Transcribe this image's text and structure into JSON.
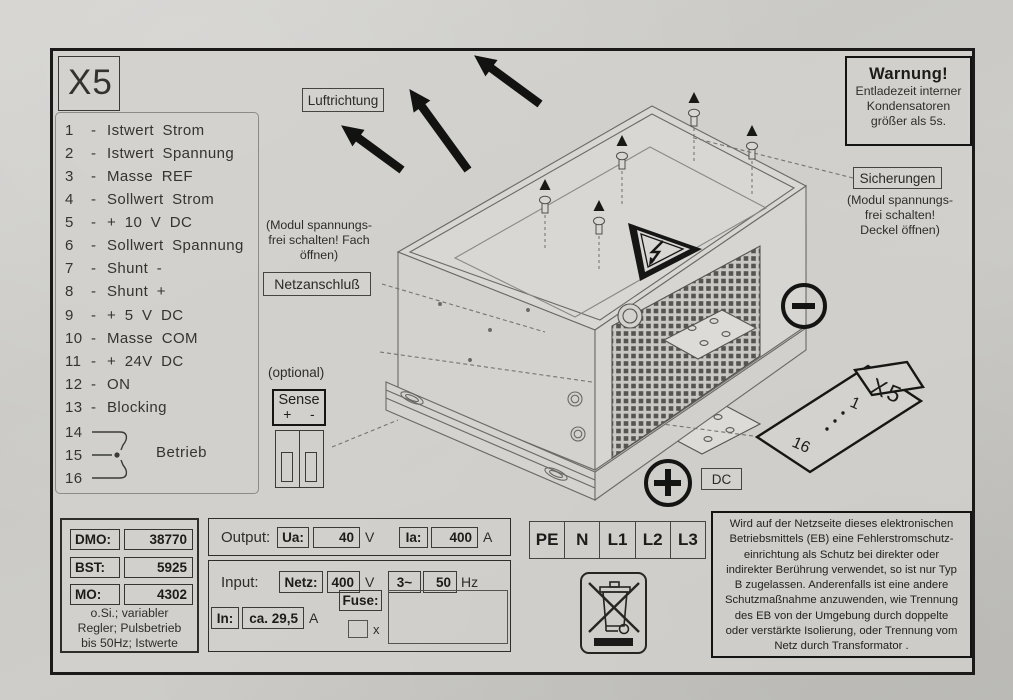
{
  "legend": {
    "title": "X5",
    "sep": "-",
    "pins": [
      {
        "num": "1",
        "label": "Istwert Strom"
      },
      {
        "num": "2",
        "label": "Istwert Spannung"
      },
      {
        "num": "3",
        "label": "Masse REF"
      },
      {
        "num": "4",
        "label": "Sollwert Strom"
      },
      {
        "num": "5",
        "label": "+ 10 V DC"
      },
      {
        "num": "6",
        "label": "Sollwert Spannung"
      },
      {
        "num": "7",
        "label": "Shunt -"
      },
      {
        "num": "8",
        "label": "Shunt +"
      },
      {
        "num": "9",
        "label": "+ 5 V DC"
      },
      {
        "num": "10",
        "label": "Masse COM"
      },
      {
        "num": "11",
        "label": "+ 24V DC"
      },
      {
        "num": "12",
        "label": "ON"
      },
      {
        "num": "13",
        "label": "Blocking"
      }
    ],
    "bracket_pins": [
      "14",
      "15",
      "16"
    ],
    "bracket_label": "Betrieb"
  },
  "callouts": {
    "luftrichtung": "Luftrichtung",
    "netzanschluss": "Netzanschluß",
    "netzanschluss_note": "(Modul spannungs-\nfrei schalten! Fach\nöffnen)",
    "sicherungen": "Sicherungen",
    "sicherungen_note": "(Modul spannungs-\nfrei schalten!\nDeckel öffnen)",
    "optional": "(optional)",
    "sense": {
      "title": "Sense",
      "plus": "+",
      "minus": "-"
    },
    "dc": "DC",
    "x5_tag": "X5",
    "x5_first_pin": "1",
    "x5_last_pin": "16"
  },
  "warning_box": {
    "title": "Warnung!",
    "line1": "Entladezeit interner",
    "line2": "Kondensatoren",
    "line3": "größer als 5s."
  },
  "id_plate": {
    "rows": [
      {
        "label": "DMO:",
        "value": "38770"
      },
      {
        "label": "BST:",
        "value": "5925"
      },
      {
        "label": "MO:",
        "value": "4302"
      }
    ],
    "note1": "o.Si.; variabler",
    "note2": "Regler; Pulsbetrieb",
    "note3": "bis 50Hz; Istwerte"
  },
  "ratings": {
    "output": {
      "label": "Output:",
      "ua_label": "Ua:",
      "ua_value": "40",
      "ua_unit": "V",
      "ia_label": "Ia:",
      "ia_value": "400",
      "ia_unit": "A"
    },
    "input": {
      "label": "Input:",
      "netz_label": "Netz:",
      "netz_value": "400",
      "netz_unit": "V",
      "phase": "3~",
      "freq_value": "50",
      "freq_unit": "Hz",
      "in_label": "In:",
      "in_value": "ca. 29,5",
      "in_unit": "A",
      "fuse_label": "Fuse:",
      "fuse_mark": "x"
    }
  },
  "terminals": [
    "PE",
    "N",
    "L1",
    "L2",
    "L3"
  ],
  "safety_notice": {
    "lines": [
      "Wird auf der Netzseite dieses elektronischen",
      "Betriebsmittels (EB) eine Fehlerstromschutz-",
      "einrichtung als Schutz bei direkter oder",
      "indirekter Berührung verwendet, so ist nur Typ",
      "B zugelassen. Anderenfalls ist eine andere",
      "Schutzmaßnahme anzuwenden, wie Trennung",
      "des EB von der Umgebung durch doppelte",
      "oder verstärkte Isolierung, oder Trennung vom",
      "Netz durch Transformator ."
    ]
  },
  "icons": {
    "airflow_arrow": "thick black up-left arrow",
    "high_voltage": "lightning-bolt warning triangle",
    "minus_terminal": "−",
    "plus_terminal": "+",
    "weee_bin": "crossed-out wheeled bin"
  },
  "colors": {
    "paper": "#cac9c5",
    "panel": "#d2d1cd",
    "ink": "#232220",
    "line": "#4e4c48"
  }
}
